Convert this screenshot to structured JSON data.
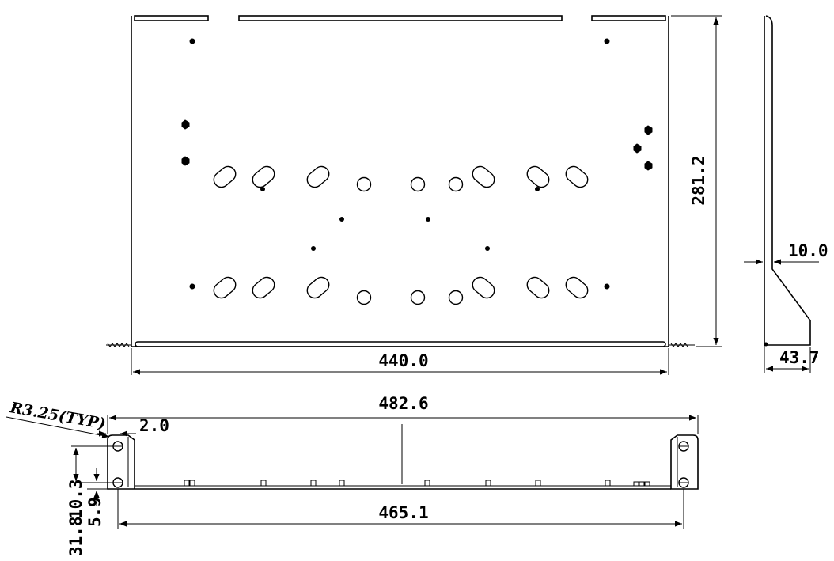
{
  "dimensions": {
    "front_width": "440.0",
    "front_height": "281.2",
    "side_flange": "10.0",
    "side_depth": "43.7",
    "overall_width": "482.6",
    "hole_span": "465.1",
    "corner_radius": "R3.25(TYP)",
    "edge_offset": "2.0",
    "ear_vertical_1": "31.8",
    "ear_vertical_2": "10.3",
    "ear_vertical_3": "5.9"
  }
}
